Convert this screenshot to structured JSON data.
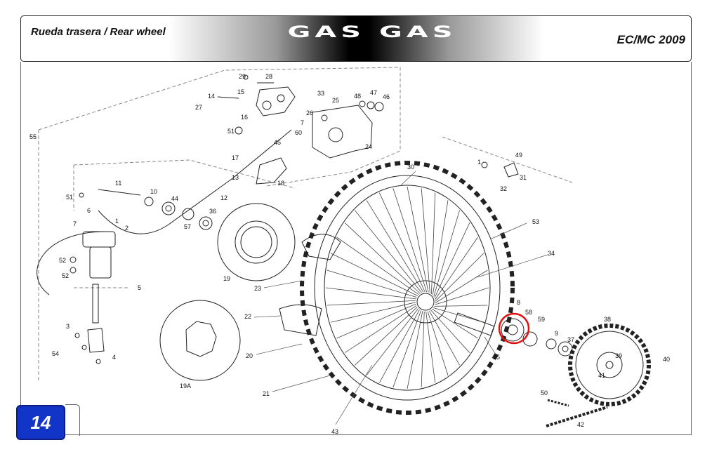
{
  "header": {
    "title": "Rueda trasera / Rear wheel",
    "brand": "GAS GAS",
    "model": "EC/MC 2009"
  },
  "page_number": "14",
  "highlight_color": "#e01010",
  "badge_color": "#1235c8",
  "callouts": {
    "c29": "29",
    "c28": "28",
    "c14": "14",
    "c15": "15",
    "c27": "27",
    "c16": "16",
    "c33": "33",
    "c25": "25",
    "c48": "48",
    "c47": "47",
    "c46": "46",
    "c26": "26",
    "c7a": "7",
    "c60": "60",
    "c51a": "51",
    "c24": "24",
    "c55": "55",
    "c45": "45",
    "c17": "17",
    "c13": "13",
    "c18": "18",
    "c11": "11",
    "c10": "10",
    "c44": "44",
    "c51b": "51",
    "c6": "6",
    "c12": "12",
    "c57": "57",
    "c36": "36",
    "c7b": "7",
    "c1": "1",
    "c2": "2",
    "c52a": "52",
    "c52b": "52",
    "c5": "5",
    "c19": "19",
    "c23": "23",
    "c22": "22",
    "c3": "3",
    "c54": "54",
    "c4": "4",
    "c19A": "19A",
    "c20": "20",
    "c21": "21",
    "c43": "43",
    "c30": "30",
    "c49": "49",
    "c1b": "1",
    "c31": "31",
    "c32": "32",
    "c53": "53",
    "c34": "34",
    "c8": "8",
    "c58": "58",
    "c59": "59",
    "c9": "9",
    "c37": "37",
    "c35": "35",
    "c38": "38",
    "c39": "39",
    "c40": "40",
    "c41": "41",
    "c50": "50",
    "c42": "42"
  }
}
